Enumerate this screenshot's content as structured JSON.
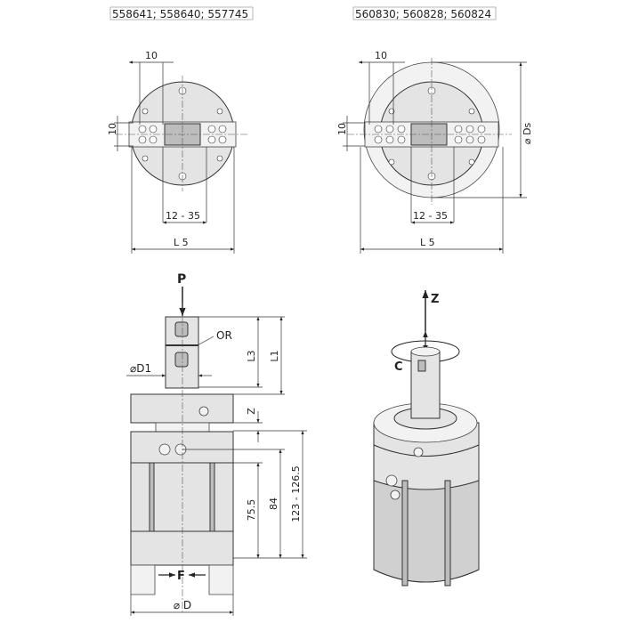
{
  "headers": {
    "left_models": "558641; 558640; 557745",
    "right_models": "560830; 560828; 560824"
  },
  "top_left_view": {
    "dim_top": "10",
    "dim_side": "10",
    "dim_stroke": "12 - 35",
    "dim_width": "L 5"
  },
  "top_right_view": {
    "dim_top": "10",
    "dim_side": "10",
    "dim_stroke": "12 - 35",
    "dim_width": "L 5",
    "dim_diameter": "⌀ Ds"
  },
  "side_view": {
    "label_pressure": "P",
    "label_oring": "OR",
    "label_shaft_diameter": "⌀D1",
    "dim_l3": "L3",
    "dim_l1": "L1",
    "dim_z": "Z",
    "dim_75": "75.5",
    "dim_84": "84",
    "dim_total": "123 - 126.5",
    "label_force": "F",
    "dim_diameter": "⌀ D"
  },
  "iso_view": {
    "label_axis_z": "Z",
    "label_rotation_c": "C"
  }
}
